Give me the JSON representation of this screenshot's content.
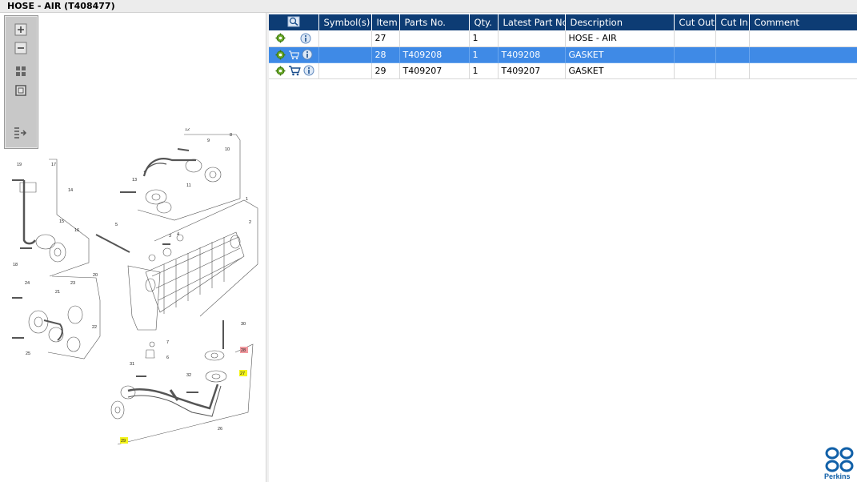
{
  "window": {
    "title": "HOSE - AIR (T408477)"
  },
  "toolbar": {
    "tools": [
      "zoom-in",
      "zoom-out",
      "fit-grid",
      "fit-window",
      "list-view"
    ]
  },
  "table": {
    "columns": [
      "Symbol(s)",
      "Item",
      "Parts No.",
      "Qty.",
      "Latest Part No.",
      "Description",
      "Cut Out",
      "Cut In",
      "Comment"
    ],
    "rows": [
      {
        "item": "27",
        "parts_no": "",
        "qty": "1",
        "latest_part_no": "",
        "description": "HOSE - AIR",
        "cut_out": "",
        "cut_in": "",
        "comment": ""
      },
      {
        "item": "28",
        "parts_no": "T409208",
        "qty": "1",
        "latest_part_no": "T409208",
        "description": "GASKET",
        "cut_out": "",
        "cut_in": "",
        "comment": ""
      },
      {
        "item": "29",
        "parts_no": "T409207",
        "qty": "1",
        "latest_part_no": "T409207",
        "description": "GASKET",
        "cut_out": "",
        "cut_in": "",
        "comment": ""
      }
    ]
  },
  "diagram": {
    "callouts": [
      "12",
      "9",
      "8",
      "10",
      "13",
      "11",
      "1",
      "2",
      "19",
      "17",
      "14",
      "15",
      "16",
      "18",
      "5",
      "3",
      "4",
      "24",
      "23",
      "20",
      "21",
      "22",
      "25",
      "7",
      "6",
      "30",
      "28",
      "27",
      "31",
      "32",
      "29",
      "26"
    ],
    "highlighted": [
      "28",
      "27",
      "29"
    ]
  },
  "branding": {
    "name": "Perkins",
    "color": "#1160a8"
  },
  "colors": {
    "header": "#0d3c74",
    "selected_row": "#3f8ae6",
    "highlight_yellow": "#f3f31a",
    "highlight_red": "#f29aa0"
  }
}
